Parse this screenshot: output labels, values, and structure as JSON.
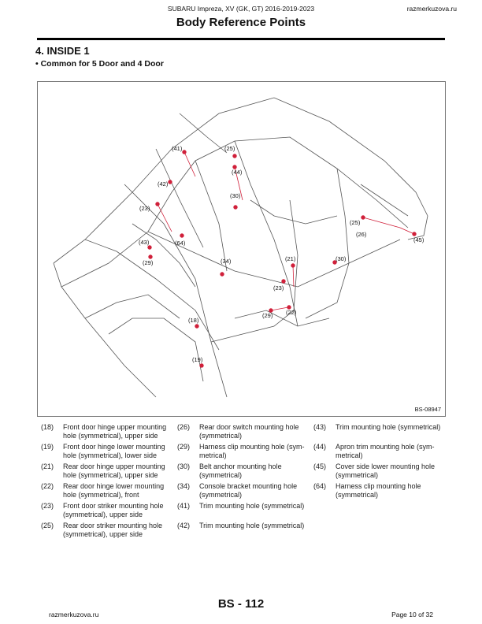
{
  "header": {
    "model": "SUBARU Impreza, XV (GK, GT) 2016-2019-2023",
    "site": "razmerkuzova.ru",
    "title": "Body Reference Points"
  },
  "section": {
    "title": "4.  INSIDE 1",
    "subtitle": "• Common for 5 Door and 4 Door"
  },
  "figure": {
    "id": "BS-08947",
    "accent": "#d0203a",
    "callouts": [
      "(41)",
      "(25)",
      "(44)",
      "(42)",
      "(30)",
      "(23)",
      "(43)",
      "(64)",
      "(29)",
      "(34)",
      "(21)",
      "(30)",
      "(25)",
      "(26)",
      "(45)",
      "(23)",
      "(29)",
      "(22)",
      "(18)",
      "(19)"
    ]
  },
  "legend": {
    "col1": [
      {
        "num": "(18)",
        "text": "Front door hinge upper mounting\nhole (symmetrical), upper side"
      },
      {
        "num": "(19)",
        "text": "Front door hinge lower mounting\nhole (symmetrical), lower side"
      },
      {
        "num": "(21)",
        "text": "Rear door hinge upper mounting\nhole (symmetrical), upper side"
      },
      {
        "num": "(22)",
        "text": "Rear door hinge lower mounting\nhole (symmetrical), front"
      },
      {
        "num": "(23)",
        "text": "Front door striker mounting hole\n(symmetrical), upper side"
      },
      {
        "num": "(25)",
        "text": "Rear door striker mounting hole\n (symmetrical), upper side"
      }
    ],
    "col2": [
      {
        "num": "(26)",
        "text": "Rear door switch mounting hole\n(symmetrical)"
      },
      {
        "num": "(29)",
        "text": "Harness clip mounting hole (sym-\nmetrical)"
      },
      {
        "num": "(30)",
        "text": "Belt anchor mounting hole\n(symmetrical)"
      },
      {
        "num": "(34)",
        "text": "Console bracket mounting hole\n (symmetrical)"
      },
      {
        "num": "(41)",
        "text": "Trim mounting hole (symmetrical)"
      },
      {
        "num": "(42)",
        "text": "Trim mounting hole (symmetrical)"
      }
    ],
    "col3": [
      {
        "num": "(43)",
        "text": "Trim mounting hole (symmetrical)"
      },
      {
        "num": "(44)",
        "text": "Apron trim mounting hole (sym-\nmetrical)"
      },
      {
        "num": "(45)",
        "text": "Cover side lower mounting hole\n(symmetrical)"
      },
      {
        "num": "(64)",
        "text": "Harness clip mounting hole\n(symmetrical)"
      }
    ]
  },
  "footer": {
    "site": "razmerkuzova.ru",
    "page_code": "BS - 112",
    "page": "Page 10 of 32"
  }
}
